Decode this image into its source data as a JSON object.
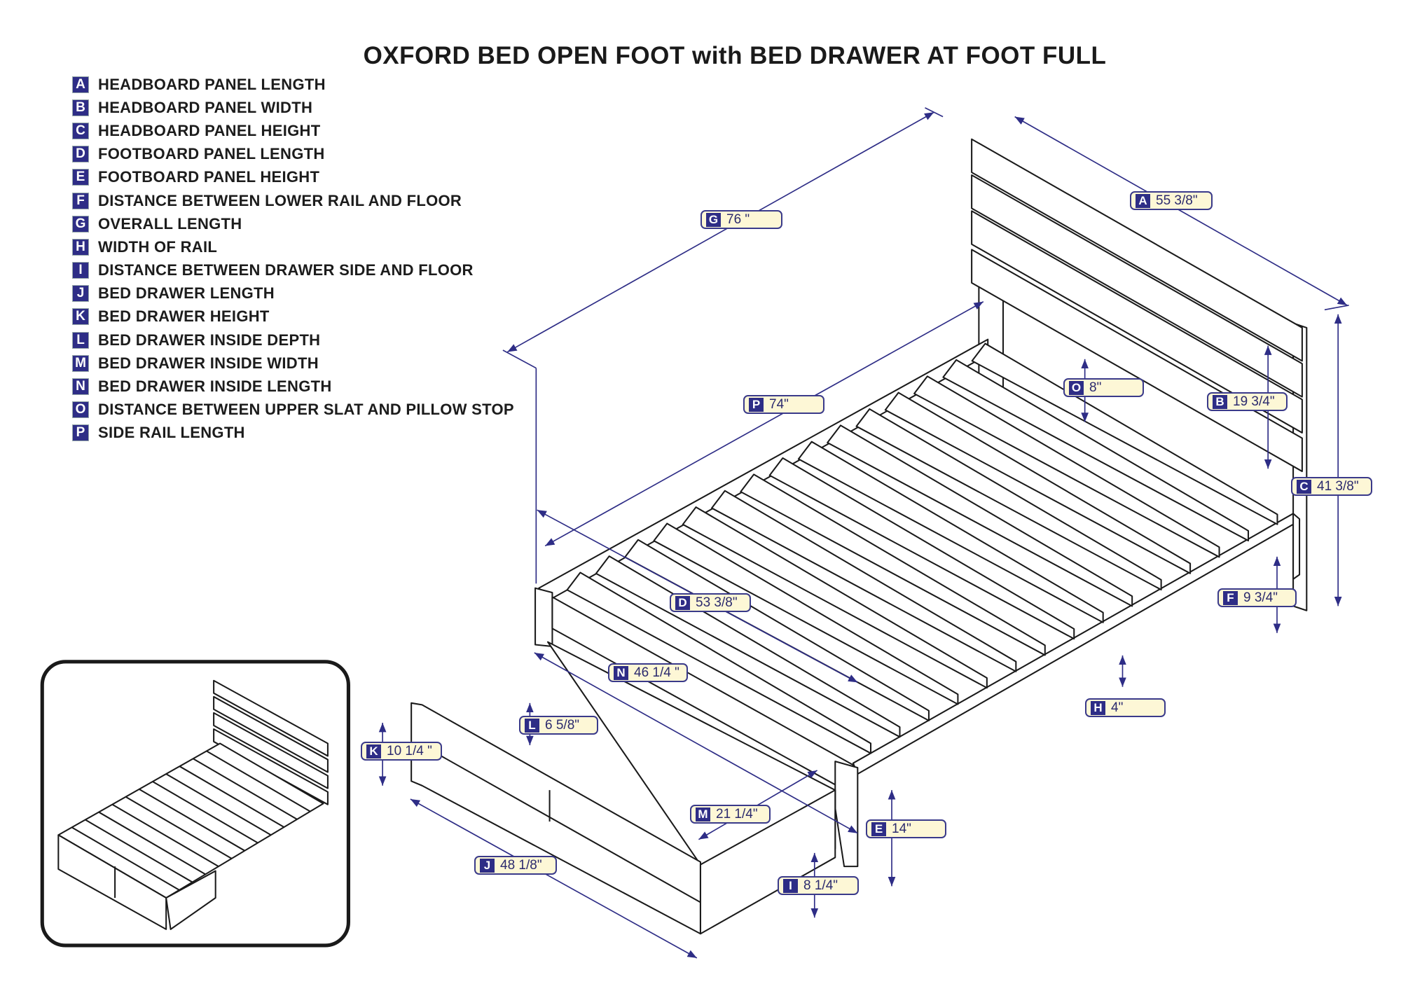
{
  "title": "OXFORD BED OPEN FOOT with BED DRAWER AT FOOT FULL",
  "colors": {
    "accent": "#2e2d86",
    "label_bg": "#fdf7d6",
    "line": "#1a1a1a"
  },
  "legend": [
    {
      "key": "A",
      "label": "HEADBOARD PANEL LENGTH"
    },
    {
      "key": "B",
      "label": "HEADBOARD PANEL WIDTH"
    },
    {
      "key": "C",
      "label": "HEADBOARD PANEL HEIGHT"
    },
    {
      "key": "D",
      "label": "FOOTBOARD PANEL LENGTH"
    },
    {
      "key": "E",
      "label": "FOOTBOARD PANEL HEIGHT"
    },
    {
      "key": "F",
      "label": "DISTANCE BETWEEN LOWER RAIL AND FLOOR"
    },
    {
      "key": "G",
      "label": "OVERALL LENGTH"
    },
    {
      "key": "H",
      "label": "WIDTH OF RAIL"
    },
    {
      "key": "I",
      "label": "DISTANCE BETWEEN DRAWER SIDE AND FLOOR"
    },
    {
      "key": "J",
      "label": "BED DRAWER LENGTH"
    },
    {
      "key": "K",
      "label": "BED DRAWER HEIGHT"
    },
    {
      "key": "L",
      "label": "BED DRAWER INSIDE DEPTH"
    },
    {
      "key": "M",
      "label": "BED DRAWER INSIDE WIDTH"
    },
    {
      "key": "N",
      "label": "BED DRAWER INSIDE LENGTH"
    },
    {
      "key": "O",
      "label": "DISTANCE BETWEEN UPPER SLAT AND PILLOW STOP"
    },
    {
      "key": "P",
      "label": "SIDE RAIL LENGTH"
    }
  ],
  "dimensions": {
    "A": {
      "key": "A",
      "value": "55 3/8\""
    },
    "B": {
      "key": "B",
      "value": "19 3/4\""
    },
    "C": {
      "key": "C",
      "value": "41 3/8\""
    },
    "D": {
      "key": "D",
      "value": "53 3/8\""
    },
    "E": {
      "key": "E",
      "value": "14\""
    },
    "F": {
      "key": "F",
      "value": "9 3/4\""
    },
    "G": {
      "key": "G",
      "value": "76 \""
    },
    "H": {
      "key": "H",
      "value": "4\""
    },
    "I": {
      "key": "I",
      "value": "8 1/4\""
    },
    "J": {
      "key": "J",
      "value": "48 1/8\""
    },
    "K": {
      "key": "K",
      "value": "10 1/4 \""
    },
    "L": {
      "key": "L",
      "value": "6 5/8\""
    },
    "M": {
      "key": "M",
      "value": "21 1/4\""
    },
    "N": {
      "key": "N",
      "value": "46 1/4 \""
    },
    "O": {
      "key": "O",
      "value": "8\""
    },
    "P": {
      "key": "P",
      "value": "74\""
    }
  }
}
